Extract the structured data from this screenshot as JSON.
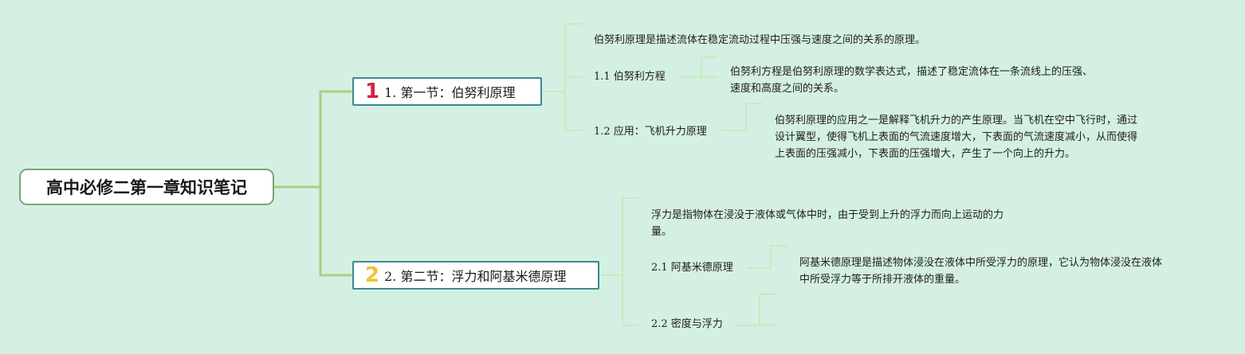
{
  "mindmap": {
    "root": "高中必修二第一章知识笔记",
    "sections": [
      {
        "badge": "1",
        "title": "1. 第一节：伯努利原理",
        "intro": "伯努利原理是描述流体在稳定流动过程中压强与速度之间的关系的原理。",
        "subsections": [
          {
            "title": "1.1 伯努利方程",
            "detail_lines": [
              "伯努利方程是伯努利原理的数学表达式，描述了稳定流体在一条流线上的压强、",
              "速度和高度之间的关系。"
            ]
          },
          {
            "title": "1.2 应用：飞机升力原理",
            "detail_lines": [
              "伯努利原理的应用之一是解释飞机升力的产生原理。当飞机在空中飞行时，通过",
              "设计翼型，使得飞机上表面的气流速度增大，下表面的气流速度减小，从而使得",
              "上表面的压强减小，下表面的压强增大，产生了一个向上的升力。"
            ]
          }
        ]
      },
      {
        "badge": "2",
        "title": "2. 第二节：浮力和阿基米德原理",
        "intro_lines": [
          "浮力是指物体在浸没于液体或气体中时，由于受到上升的浮力而向上运动的力",
          "量。"
        ],
        "subsections": [
          {
            "title": "2.1 阿基米德原理",
            "detail_lines": [
              "阿基米德原理是描述物体浸没在液体中所受浮力的原理，它认为物体浸没在液体",
              "中所受浮力等于所排开液体的重量。"
            ]
          },
          {
            "title": "2.2 密度与浮力"
          }
        ]
      }
    ]
  },
  "colors": {
    "background": "#d4f0e2",
    "root_branch": "#a9cf82",
    "leaf_branch": "#c5e8b2",
    "section_border": "#3c8a8f",
    "badge1": "#d1233b",
    "badge2": "#f1c232"
  }
}
